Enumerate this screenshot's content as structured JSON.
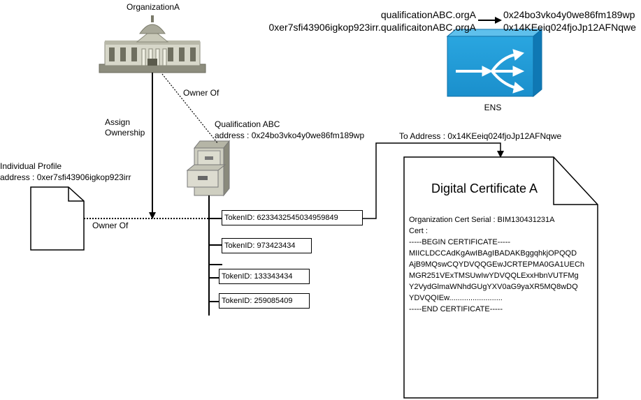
{
  "organization": {
    "name": "OrganizationA"
  },
  "edges": {
    "owner_of_top": "Owner Of",
    "assign_ownership_line1": "Assign",
    "assign_ownership_line2": "Ownership",
    "owner_of_bottom": "Owner Of",
    "to_address": "To Address : 0x14KEeiq024fjoJp12AFNqwe"
  },
  "qualification": {
    "name": "Qualification ABC",
    "address": "address : 0x24bo3vko4y0we86fm189wp"
  },
  "individual_profile": {
    "name": "Individual Profile",
    "address": "address : 0xer7sfi43906igkop923irr"
  },
  "ens": {
    "label": "ENS",
    "mappings": [
      {
        "name": "qualificationABC.orgA",
        "address": "0x24bo3vko4y0we86fm189wp"
      },
      {
        "name": "0xer7sfi43906igkop923irr.qualificaitonABC.orgA",
        "address": "0x14KEeiq024fjoJp12AFNqwe"
      }
    ]
  },
  "tokens": [
    "TokenID: 6233432545034959849",
    "TokenID: 973423434",
    "TokenID: 133343434",
    "TokenID: 259085409"
  ],
  "certificate": {
    "title": "Digital Certificate A",
    "serial": "Organization Cert Serial : BIM130431231A",
    "cert_label": "Cert :",
    "lines": [
      "-----BEGIN CERTIFICATE-----",
      "MIICLDCCAdKgAwIBAgIBADAKBggqhkjOPQQD",
      "AjB9MQswCQYDVQQGEwJCRTEPMA0GA1UECh",
      "MGR251VExTMSUwIwYDVQQLExxHbnVUTFMg",
      "Y2VydGlmaWNhdGUgYXV0aG9yaXR5MQ8wDQ",
      "YDVQQIEw.........................",
      "-----END CERTIFICATE-----"
    ]
  }
}
